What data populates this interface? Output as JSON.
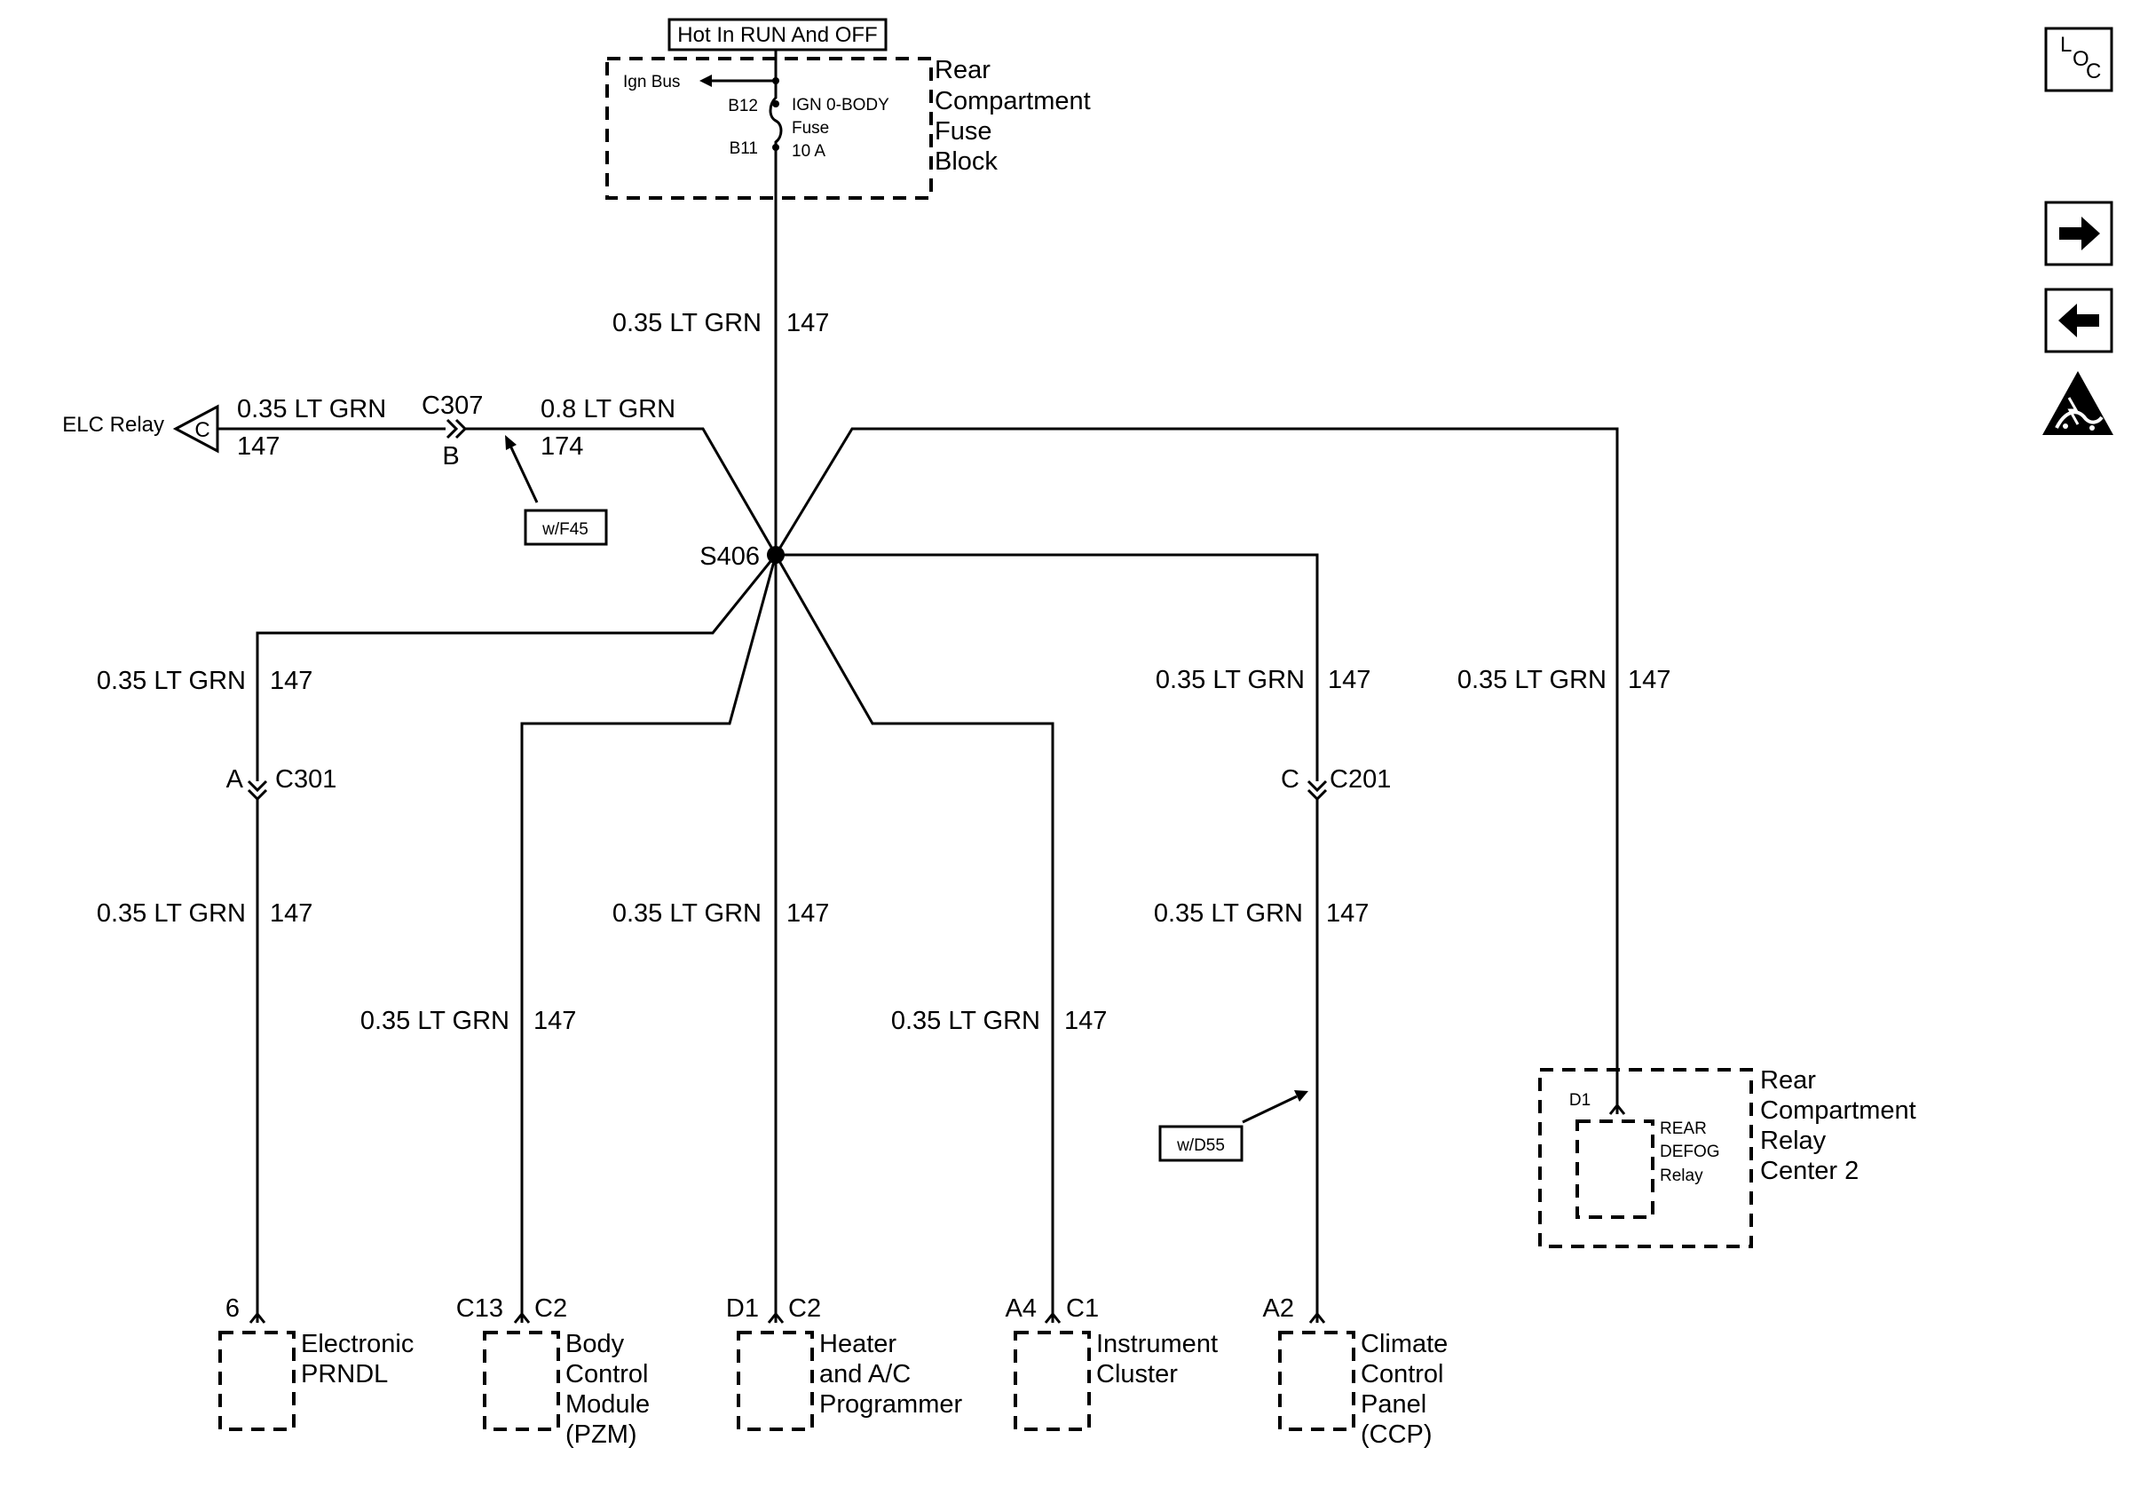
{
  "power_label": "Hot In RUN And OFF",
  "fuse_block": {
    "ign_bus": "Ign Bus",
    "pin_top": "B12",
    "pin_bottom": "B11",
    "fuse_name": "IGN 0-BODY",
    "fuse_word": "Fuse",
    "fuse_rating": "10 A",
    "title": [
      "Rear",
      "Compartment",
      "Fuse",
      "Block"
    ]
  },
  "wire_main": {
    "gauge": "0.35 LT GRN",
    "circuit": "147"
  },
  "elc": {
    "label": "ELC Relay",
    "symbol": "C",
    "gauge_left": "0.35 LT GRN",
    "circuit_left": "147",
    "connector": "C307",
    "connector_pin": "B",
    "gauge_right": "0.8 LT GRN",
    "circuit_right": "174",
    "option": "w/F45"
  },
  "splice": "S406",
  "wires": {
    "prndl_upper": {
      "gauge": "0.35 LT GRN",
      "circuit": "147"
    },
    "prndl_lower": {
      "gauge": "0.35 LT GRN",
      "circuit": "147"
    },
    "bcm": {
      "gauge": "0.35 LT GRN",
      "circuit": "147"
    },
    "hvac": {
      "gauge": "0.35 LT GRN",
      "circuit": "147"
    },
    "ic": {
      "gauge": "0.35 LT GRN",
      "circuit": "147"
    },
    "ccp_upper": {
      "gauge": "0.35 LT GRN",
      "circuit": "147"
    },
    "ccp_lower": {
      "gauge": "0.35 LT GRN",
      "circuit": "147"
    },
    "rear": {
      "gauge": "0.35 LT GRN",
      "circuit": "147"
    }
  },
  "connectors": {
    "c301": {
      "pin": "A",
      "name": "C301"
    },
    "c201": {
      "pin": "C",
      "name": "C201"
    }
  },
  "option_d55": "w/D55",
  "components": {
    "prndl": {
      "pin": "6",
      "lines": [
        "Electronic",
        "PRNDL"
      ]
    },
    "bcm": {
      "pin": "C13",
      "conn": "C2",
      "lines": [
        "Body",
        "Control",
        "Module",
        "(PZM)"
      ]
    },
    "hvac": {
      "pin": "D1",
      "conn": "C2",
      "lines": [
        "Heater",
        "and A/C",
        "Programmer"
      ]
    },
    "ic": {
      "pin": "A4",
      "conn": "C1",
      "lines": [
        "Instrument",
        "Cluster"
      ]
    },
    "ccp": {
      "pin": "A2",
      "lines": [
        "Climate",
        "Control",
        "Panel",
        "(CCP)"
      ]
    },
    "relay_center": {
      "pin": "D1",
      "relay_lines": [
        "REAR",
        "DEFOG",
        "Relay"
      ],
      "title": [
        "Rear",
        "Compartment",
        "Relay",
        "Center 2"
      ]
    }
  },
  "side_icons": {
    "loc": {
      "l": "L",
      "o": "O",
      "c": "C"
    },
    "next": "right-arrow-icon",
    "prev": "left-arrow-icon",
    "esd": "esd-warning-icon"
  }
}
